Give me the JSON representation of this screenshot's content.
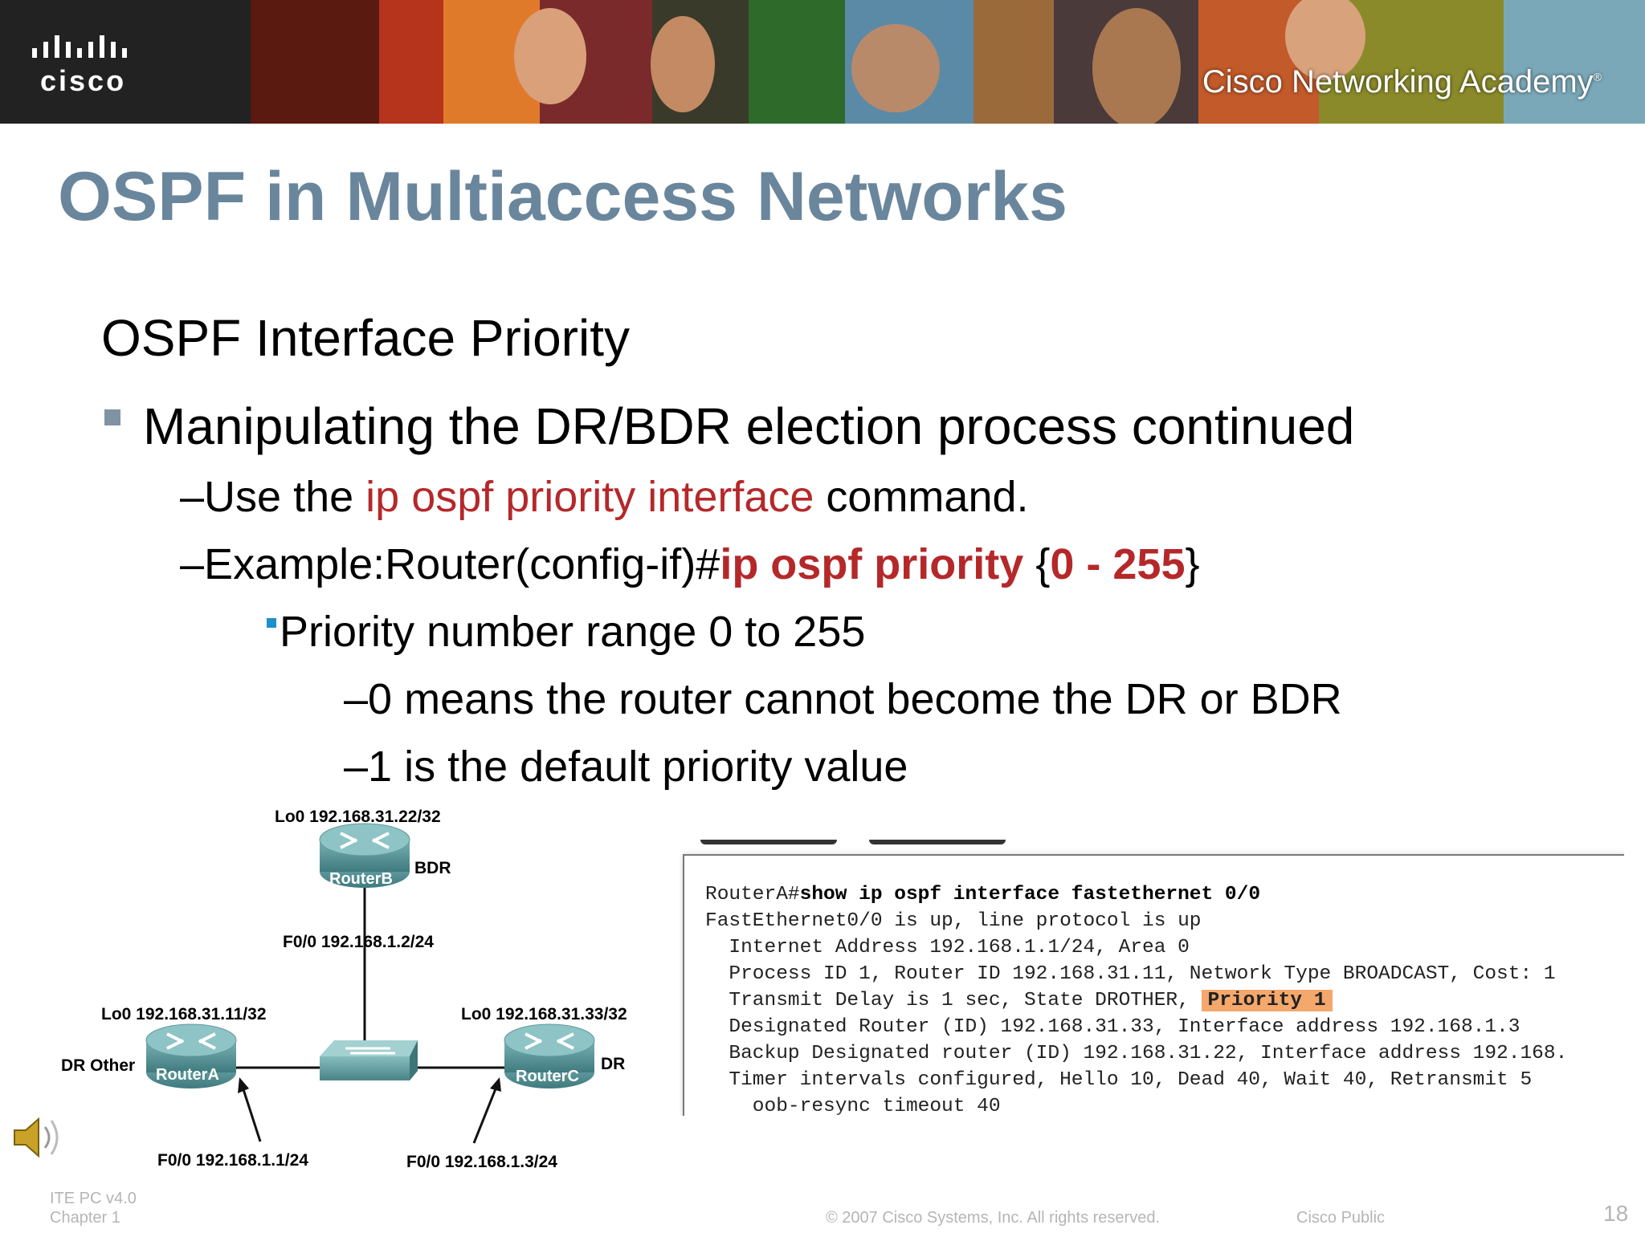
{
  "banner": {
    "logo_text": "cisco",
    "academy_text": "Cisco Networking Academy",
    "academy_mark": "®"
  },
  "slide": {
    "title": "OSPF in Multiaccess Networks",
    "subtitle": "OSPF Interface Priority",
    "bullet1": "Manipulating the DR/BDR election process continued",
    "sub1": {
      "dash": "–",
      "pre": "Use the ",
      "cmd": "ip ospf priority interface",
      "post": " command."
    },
    "sub2": {
      "dash": "–",
      "pre": "Example:Router(config-if)#",
      "cmd": "ip ospf priority",
      "brace_open": " {",
      "range": "0 - 255",
      "brace_close": "}"
    },
    "sub3": "Priority number range 0 to 255",
    "sub4": {
      "dash": "–",
      "text": "0 means the router cannot become the DR or BDR"
    },
    "sub5": {
      "dash": "–",
      "text": "1 is the default priority value"
    }
  },
  "diagram": {
    "routerB": {
      "name": "RouterB",
      "role": "BDR",
      "lo": "Lo0 192.168.31.22/32",
      "fa": "F0/0 192.168.1.2/24"
    },
    "routerA": {
      "name": "RouterA",
      "role": "DR Other",
      "lo": "Lo0 192.168.31.11/32",
      "fa": "F0/0 192.168.1.1/24"
    },
    "routerC": {
      "name": "RouterC",
      "role": "DR",
      "lo": "Lo0 192.168.31.33/32",
      "fa": "F0/0 192.168.1.3/24"
    }
  },
  "terminal": {
    "prompt": "RouterA#",
    "command": "show ip ospf interface fastethernet 0/0",
    "lines": [
      "FastEthernet0/0 is up, line protocol is up",
      "  Internet Address 192.168.1.1/24, Area 0",
      "  Process ID 1, Router ID 192.168.31.11, Network Type BROADCAST, Cost: 1"
    ],
    "transmit_pre": "  Transmit Delay is 1 sec, State DROTHER, ",
    "priority_hl": "Priority 1",
    "lines2": [
      "  Designated Router (ID) 192.168.31.33, Interface address 192.168.1.3",
      "  Backup Designated router (ID) 192.168.31.22, Interface address 192.168.",
      "  Timer intervals configured, Hello 10, Dead 40, Wait 40, Retransmit 5",
      "    oob-resync timeout 40"
    ]
  },
  "footer": {
    "course": "ITE PC v4.0",
    "chapter": "Chapter 1",
    "copyright": "© 2007 Cisco Systems, Inc. All rights reserved.",
    "classification": "Cisco Public",
    "page": "18"
  },
  "colors": {
    "title": "#6a869c",
    "command_red": "#b5282a",
    "highlight": "#f5a86b",
    "router_teal": "#4f8b8f"
  }
}
